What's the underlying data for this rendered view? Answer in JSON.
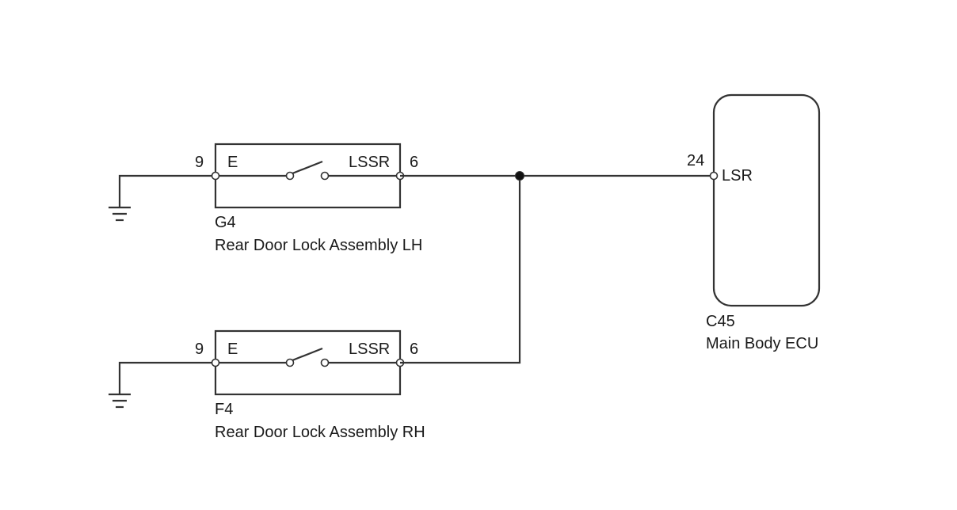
{
  "lh_lock": {
    "code": "G4",
    "name": "Rear Door Lock Assembly LH",
    "pin_e_number": "9",
    "pin_e_label": "E",
    "pin_lssr_number": "6",
    "pin_lssr_label": "LSSR"
  },
  "rh_lock": {
    "code": "F4",
    "name": "Rear Door Lock Assembly RH",
    "pin_e_number": "9",
    "pin_e_label": "E",
    "pin_lssr_number": "6",
    "pin_lssr_label": "LSSR"
  },
  "ecu": {
    "code": "C45",
    "name": "Main Body ECU",
    "pin_number": "24",
    "pin_label": "LSR"
  },
  "colors": {
    "wire": "#333333",
    "background": "#ffffff"
  }
}
